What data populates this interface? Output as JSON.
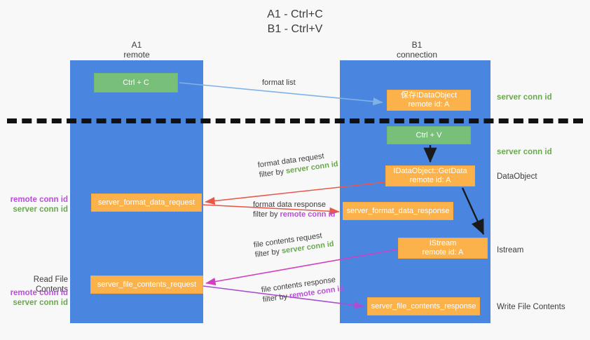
{
  "title": {
    "line1": "A1 - Ctrl+C",
    "line2": "B1 - Ctrl+V"
  },
  "columns": [
    {
      "id": "a1",
      "name": "A1",
      "role": "remote"
    },
    {
      "id": "b1",
      "name": "B1",
      "role": "connection"
    }
  ],
  "boxes": {
    "ctrl_c": {
      "label": "Ctrl + C",
      "color": "#78c07a"
    },
    "save_idataobject": {
      "line1": "保存IDataObject",
      "line2": "remote id: A",
      "color": "#fbb24b"
    },
    "ctrl_v": {
      "label": "Ctrl + V",
      "color": "#78c07a"
    },
    "getdata": {
      "line1": "IDataObject::GetData",
      "line2": "remote id: A",
      "color": "#fbb24b"
    },
    "istream": {
      "line1": "IStream",
      "line2": "remote id: A",
      "color": "#fbb24b"
    },
    "server_format_data_request": {
      "label": "server_format_data_request",
      "color": "#fbb24b"
    },
    "server_format_data_response": {
      "label": "server_format_data_response",
      "color": "#fbb24b"
    },
    "server_file_contents_request": {
      "label": "server_file_contents_request",
      "color": "#fbb24b"
    },
    "server_file_contents_response": {
      "label": "server_file_contents_response",
      "color": "#fbb24b"
    }
  },
  "edges": {
    "format_list": {
      "label": "format list",
      "color": "#7fb3e8"
    },
    "format_data_request": {
      "label": "format data request",
      "filter_prefix": "filter by ",
      "filter_value": "server conn id",
      "color": "#e8574a"
    },
    "format_data_response": {
      "label": "format data response",
      "filter_prefix": "filter by ",
      "filter_value": "remote conn id",
      "color": "#e8574a"
    },
    "file_contents_request": {
      "label": "file contents request",
      "filter_prefix": "filter by ",
      "filter_value": "server conn id",
      "color": "#d23fc0"
    },
    "file_contents_response": {
      "label": "file contents response",
      "filter_prefix": "filter by ",
      "filter_value": "remote conn id",
      "color": "#a94fd0"
    }
  },
  "annotations": {
    "right": {
      "server_conn_id_top": "server conn id",
      "server_conn_id_mid": "server conn id",
      "dataobject": "DataObject",
      "istream": "Istream",
      "write_file_contents": "Write File Contents"
    },
    "left": {
      "remote_conn_id_upper": "remote conn id",
      "server_conn_id_upper": "server conn id",
      "read_file_contents": "Read File Contents",
      "remote_conn_id_lower": "remote conn id",
      "server_conn_id_lower": "server conn id"
    }
  },
  "colors": {
    "lane": "#4a86e0",
    "green_text": "#6aa84f",
    "magenta_text": "#b84fd8",
    "background": "#f8f8f8",
    "divider": "#111111"
  }
}
